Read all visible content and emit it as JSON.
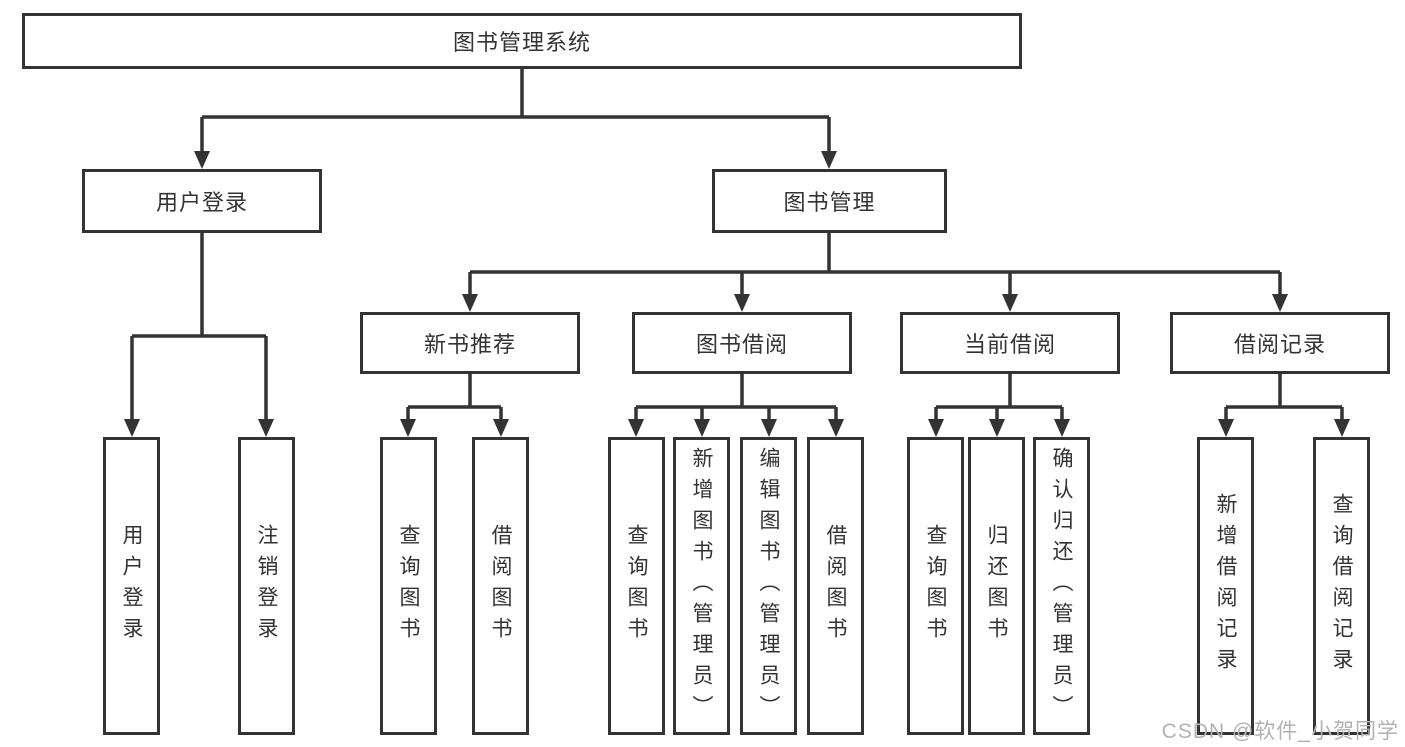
{
  "diagram": {
    "root": {
      "label": "图书管理系统"
    },
    "branches": [
      {
        "label": "用户登录",
        "children": [
          {
            "label": "用户登录"
          },
          {
            "label": "注销登录"
          }
        ]
      },
      {
        "label": "图书管理",
        "children": [
          {
            "label": "新书推荐",
            "children": [
              {
                "label": "查询图书"
              },
              {
                "label": "借阅图书"
              }
            ]
          },
          {
            "label": "图书借阅",
            "children": [
              {
                "label": "查询图书"
              },
              {
                "label": "新增图书（管理员）"
              },
              {
                "label": "编辑图书（管理员）"
              },
              {
                "label": "借阅图书"
              }
            ]
          },
          {
            "label": "当前借阅",
            "children": [
              {
                "label": "查询图书"
              },
              {
                "label": "归还图书"
              },
              {
                "label": "确认归还（管理员）"
              }
            ]
          },
          {
            "label": "借阅记录",
            "children": [
              {
                "label": "新增借阅记录"
              },
              {
                "label": "查询借阅记录"
              }
            ]
          }
        ]
      }
    ]
  },
  "watermark": {
    "text": "CSDN @软件_小贺同学"
  },
  "colors": {
    "line": "#333333",
    "box_border": "#333333",
    "text": "#333333",
    "watermark": "#b2b2b2",
    "background": "#ffffff"
  }
}
